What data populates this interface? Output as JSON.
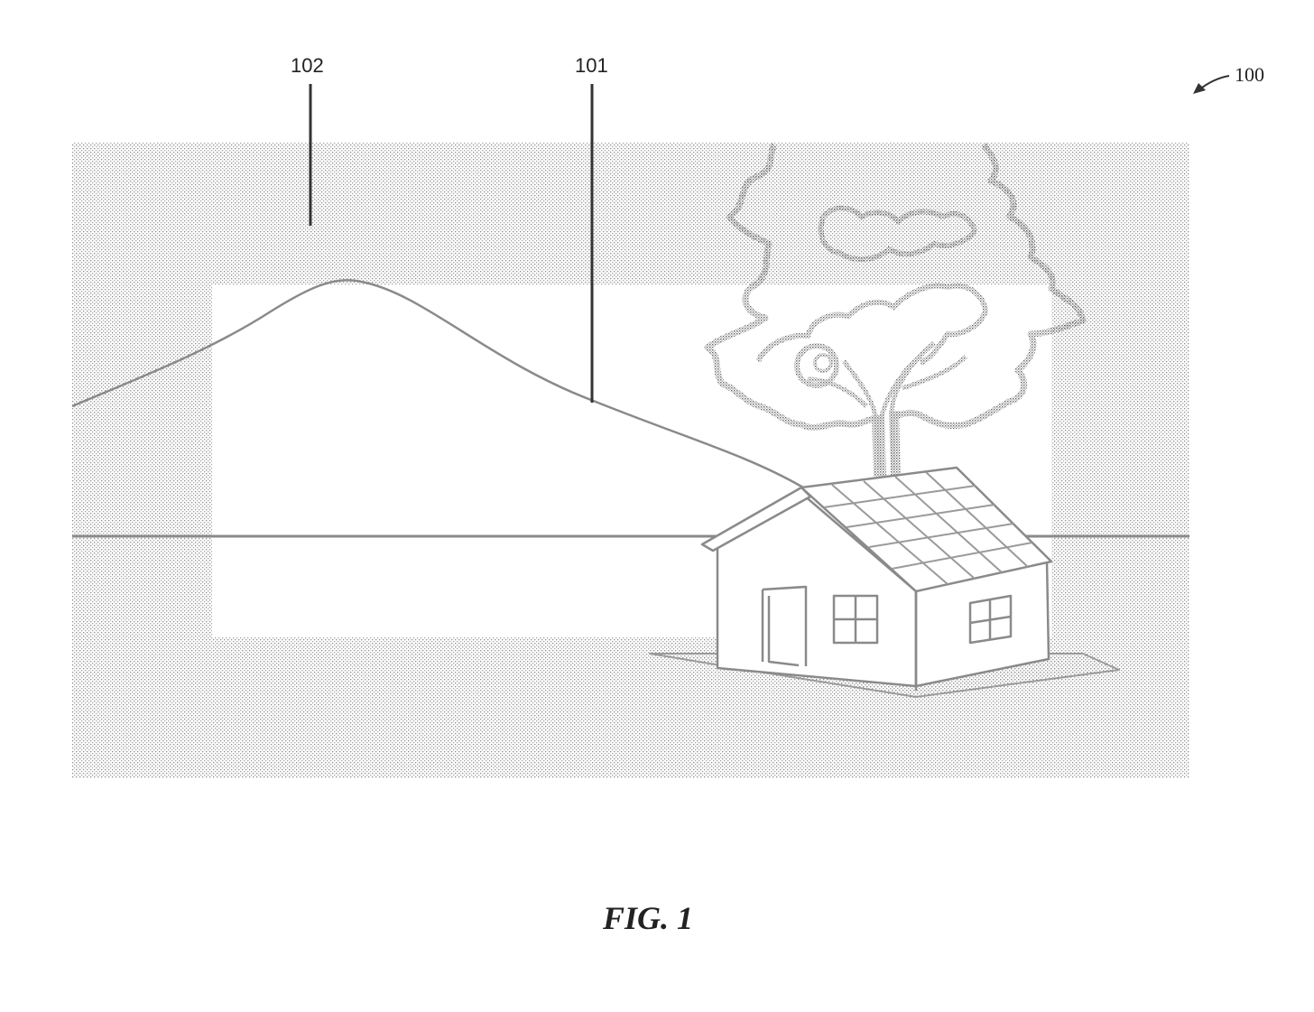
{
  "figure": {
    "caption": "FIG. 1",
    "reference_labels": {
      "figure_ref": "100",
      "sky_region": "102",
      "horizon_line": "101"
    }
  },
  "colors": {
    "stipple_dot": "#8c8c8c",
    "line": "#333333",
    "grid_line": "#9a9a9a",
    "background": "#ffffff"
  },
  "icons": {
    "house": "house-with-solar-roof",
    "tree": "tree",
    "hill": "hill-outline"
  }
}
